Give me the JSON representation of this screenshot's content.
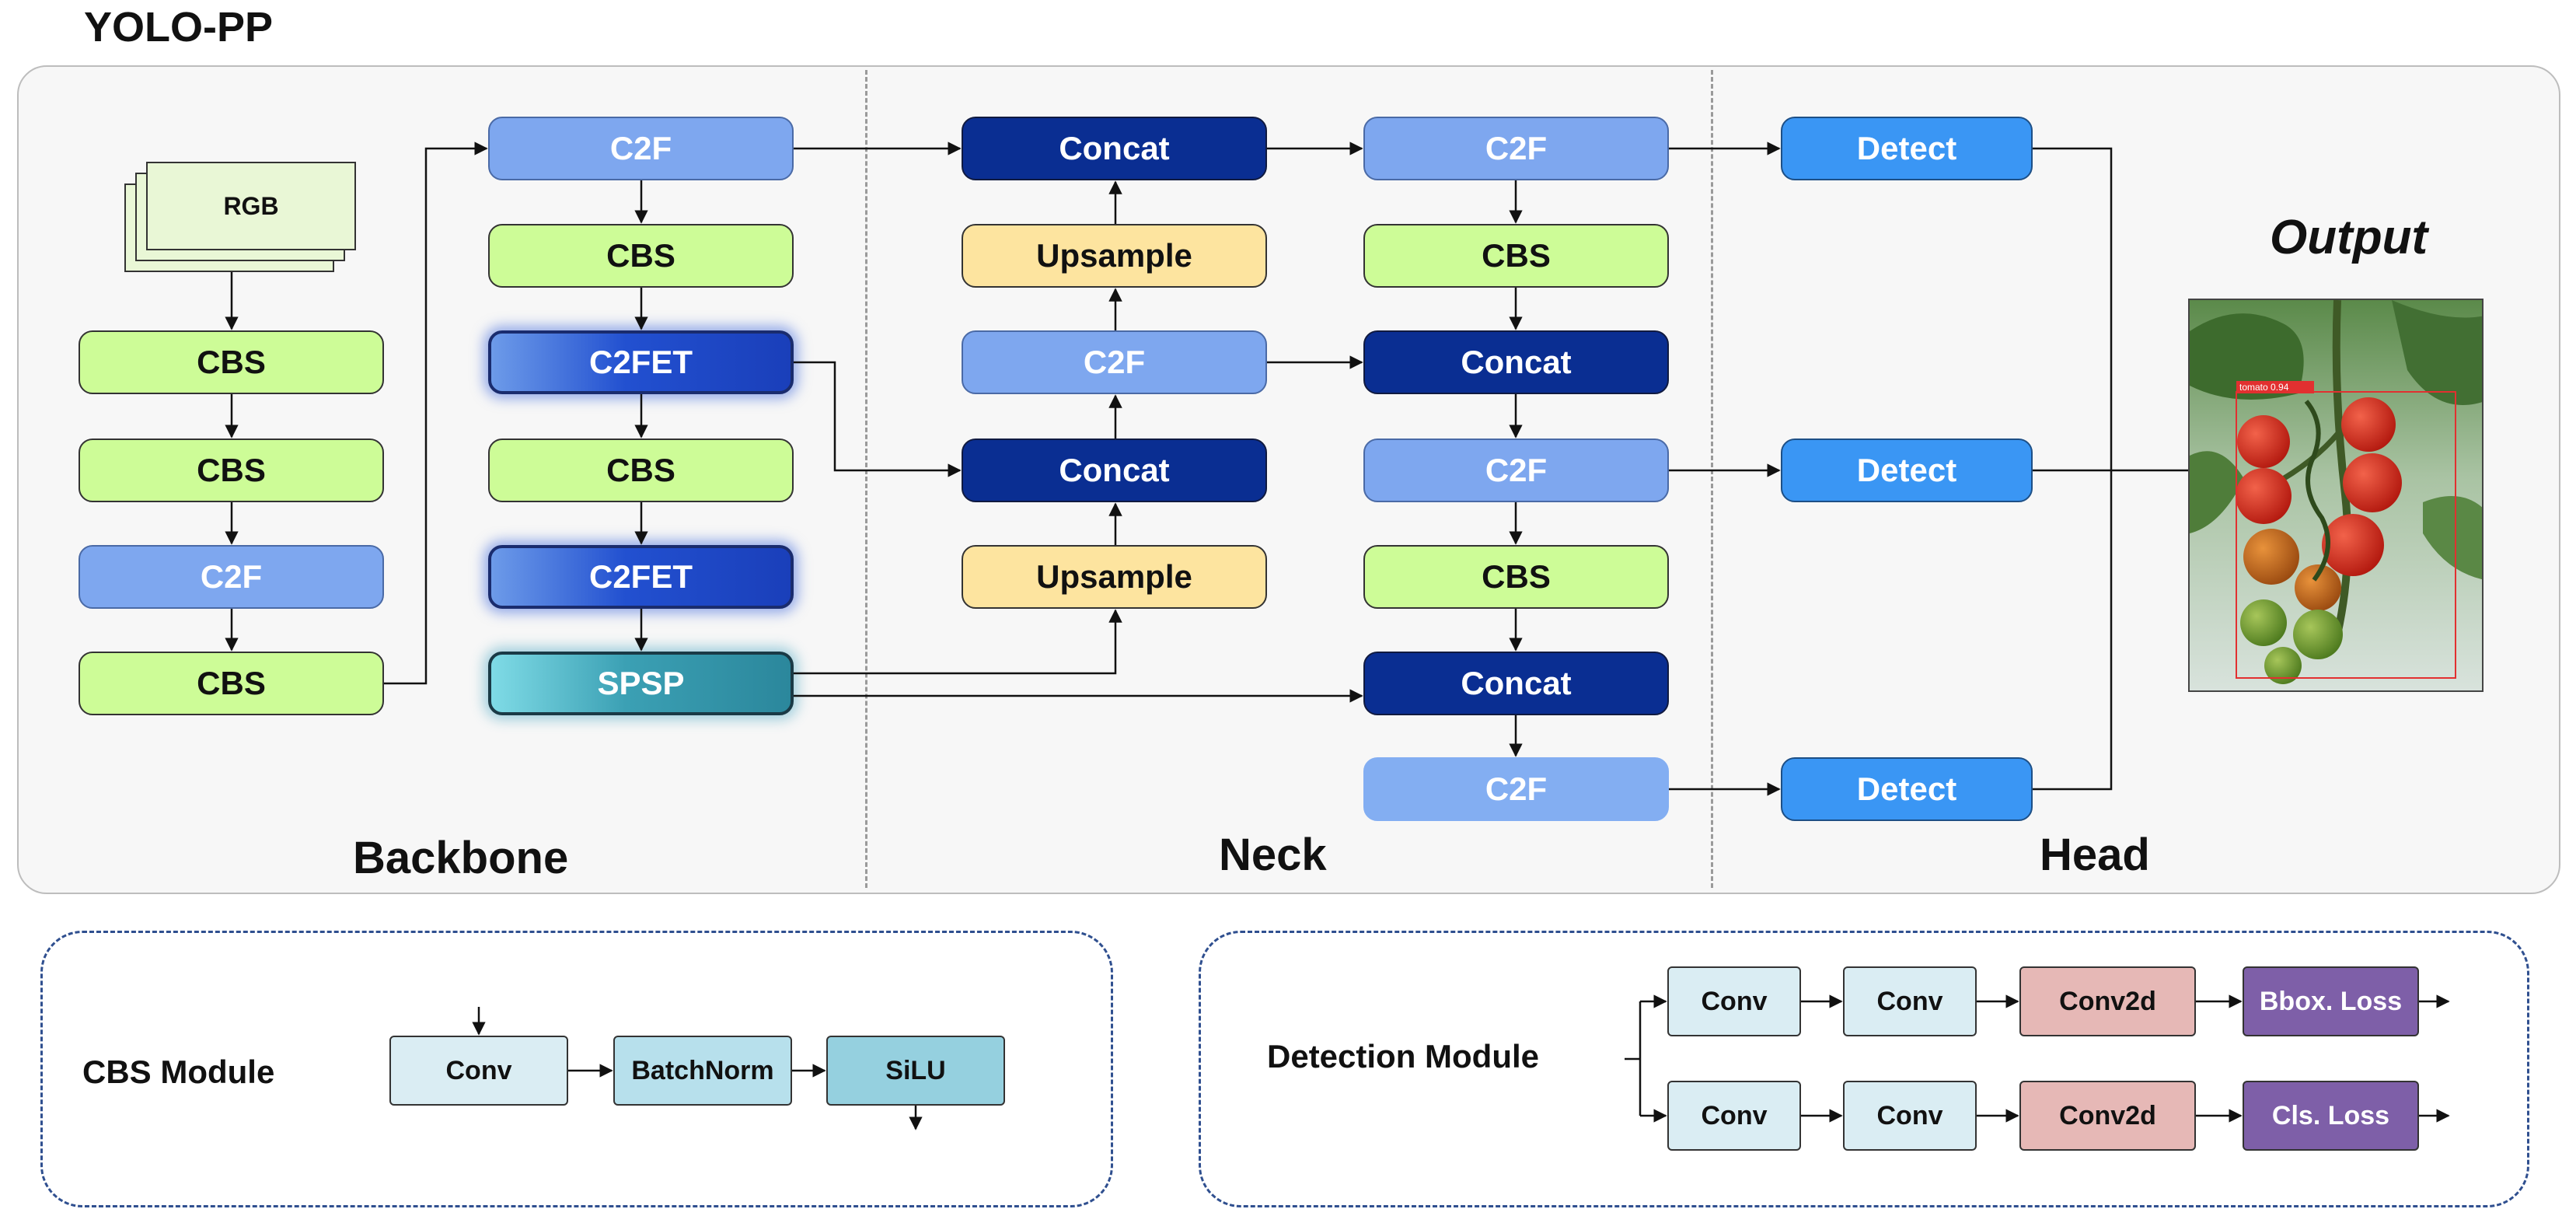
{
  "title": "YOLO-PP",
  "sections": {
    "backbone": "Backbone",
    "neck": "Neck",
    "head": "Head",
    "output": "Output"
  },
  "input": {
    "label": "RGB"
  },
  "backbone_left": [
    "CBS",
    "CBS",
    "C2F",
    "CBS"
  ],
  "backbone_right": [
    "C2F",
    "CBS",
    "C2FET",
    "CBS",
    "C2FET",
    "SPSP"
  ],
  "neck_left": [
    "Concat",
    "Upsample",
    "C2F",
    "Concat",
    "Upsample"
  ],
  "neck_right": [
    "C2F",
    "CBS",
    "Concat",
    "C2F",
    "CBS",
    "Concat",
    "C2F"
  ],
  "head": [
    "Detect",
    "Detect",
    "Detect"
  ],
  "output_image": {
    "detection_label": "tomato 0.94"
  },
  "cbs_module": {
    "label": "CBS Module",
    "blocks": [
      "Conv",
      "BatchNorm",
      "SiLU"
    ]
  },
  "detection_module": {
    "label": "Detection Module",
    "row1": [
      "Conv",
      "Conv",
      "Conv2d",
      "Bbox. Loss"
    ],
    "row2": [
      "Conv",
      "Conv",
      "Conv2d",
      "Cls. Loss"
    ]
  },
  "colors": {
    "cbs": "#cdfc97",
    "c2f": "#7ea7ef",
    "c2fet": "#2250d0",
    "spsp": "#3ba0b4",
    "concat": "#0a2e92",
    "upsample": "#fde49f",
    "detect": "#3a96f4",
    "conv": "#daedf3",
    "conv2d": "#e6b8b6",
    "loss": "#7e5fa8"
  }
}
